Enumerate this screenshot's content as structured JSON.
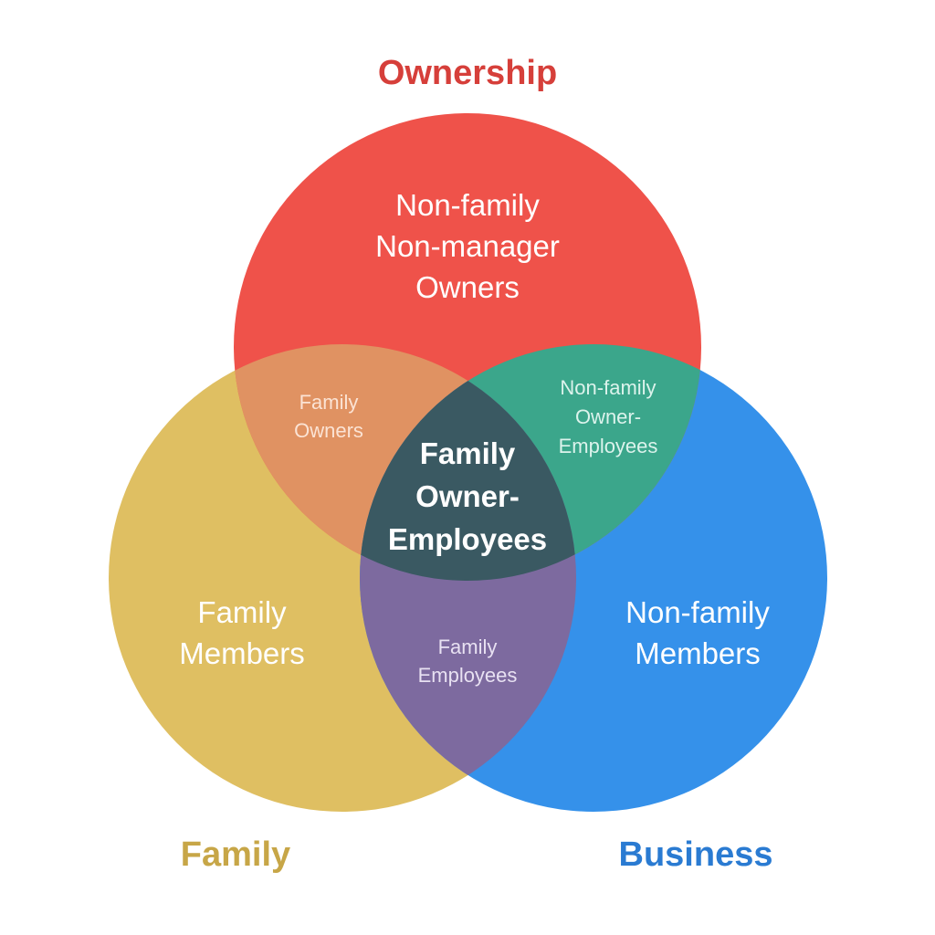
{
  "diagram": {
    "type": "venn",
    "sets": [
      {
        "name": "ownership",
        "title": "Ownership",
        "color": "#ef524a",
        "title_color": "#d63f3a"
      },
      {
        "name": "family",
        "title": "Family",
        "color": "#dfbf62",
        "title_color": "#c7a647"
      },
      {
        "name": "business",
        "title": "Business",
        "color": "#3591ea",
        "title_color": "#2a7bd2"
      }
    ],
    "regions": {
      "ownership_only": {
        "lines": [
          "Non-family",
          "Non-manager",
          "Owners"
        ]
      },
      "family_only": {
        "lines": [
          "Family",
          "Members"
        ]
      },
      "business_only": {
        "lines": [
          "Non-family",
          "Members"
        ]
      },
      "family_ownership": {
        "lines": [
          "Family",
          "Owners"
        ],
        "color": "#e09262"
      },
      "ownership_business": {
        "lines": [
          "Non-family",
          "Owner-",
          "Employees"
        ],
        "color": "#3ba68b"
      },
      "family_business": {
        "lines": [
          "Family",
          "Employees"
        ],
        "color": "#7d6a9f"
      },
      "center": {
        "lines": [
          "Family",
          "Owner-",
          "Employees"
        ],
        "color": "#3a5962"
      }
    }
  }
}
